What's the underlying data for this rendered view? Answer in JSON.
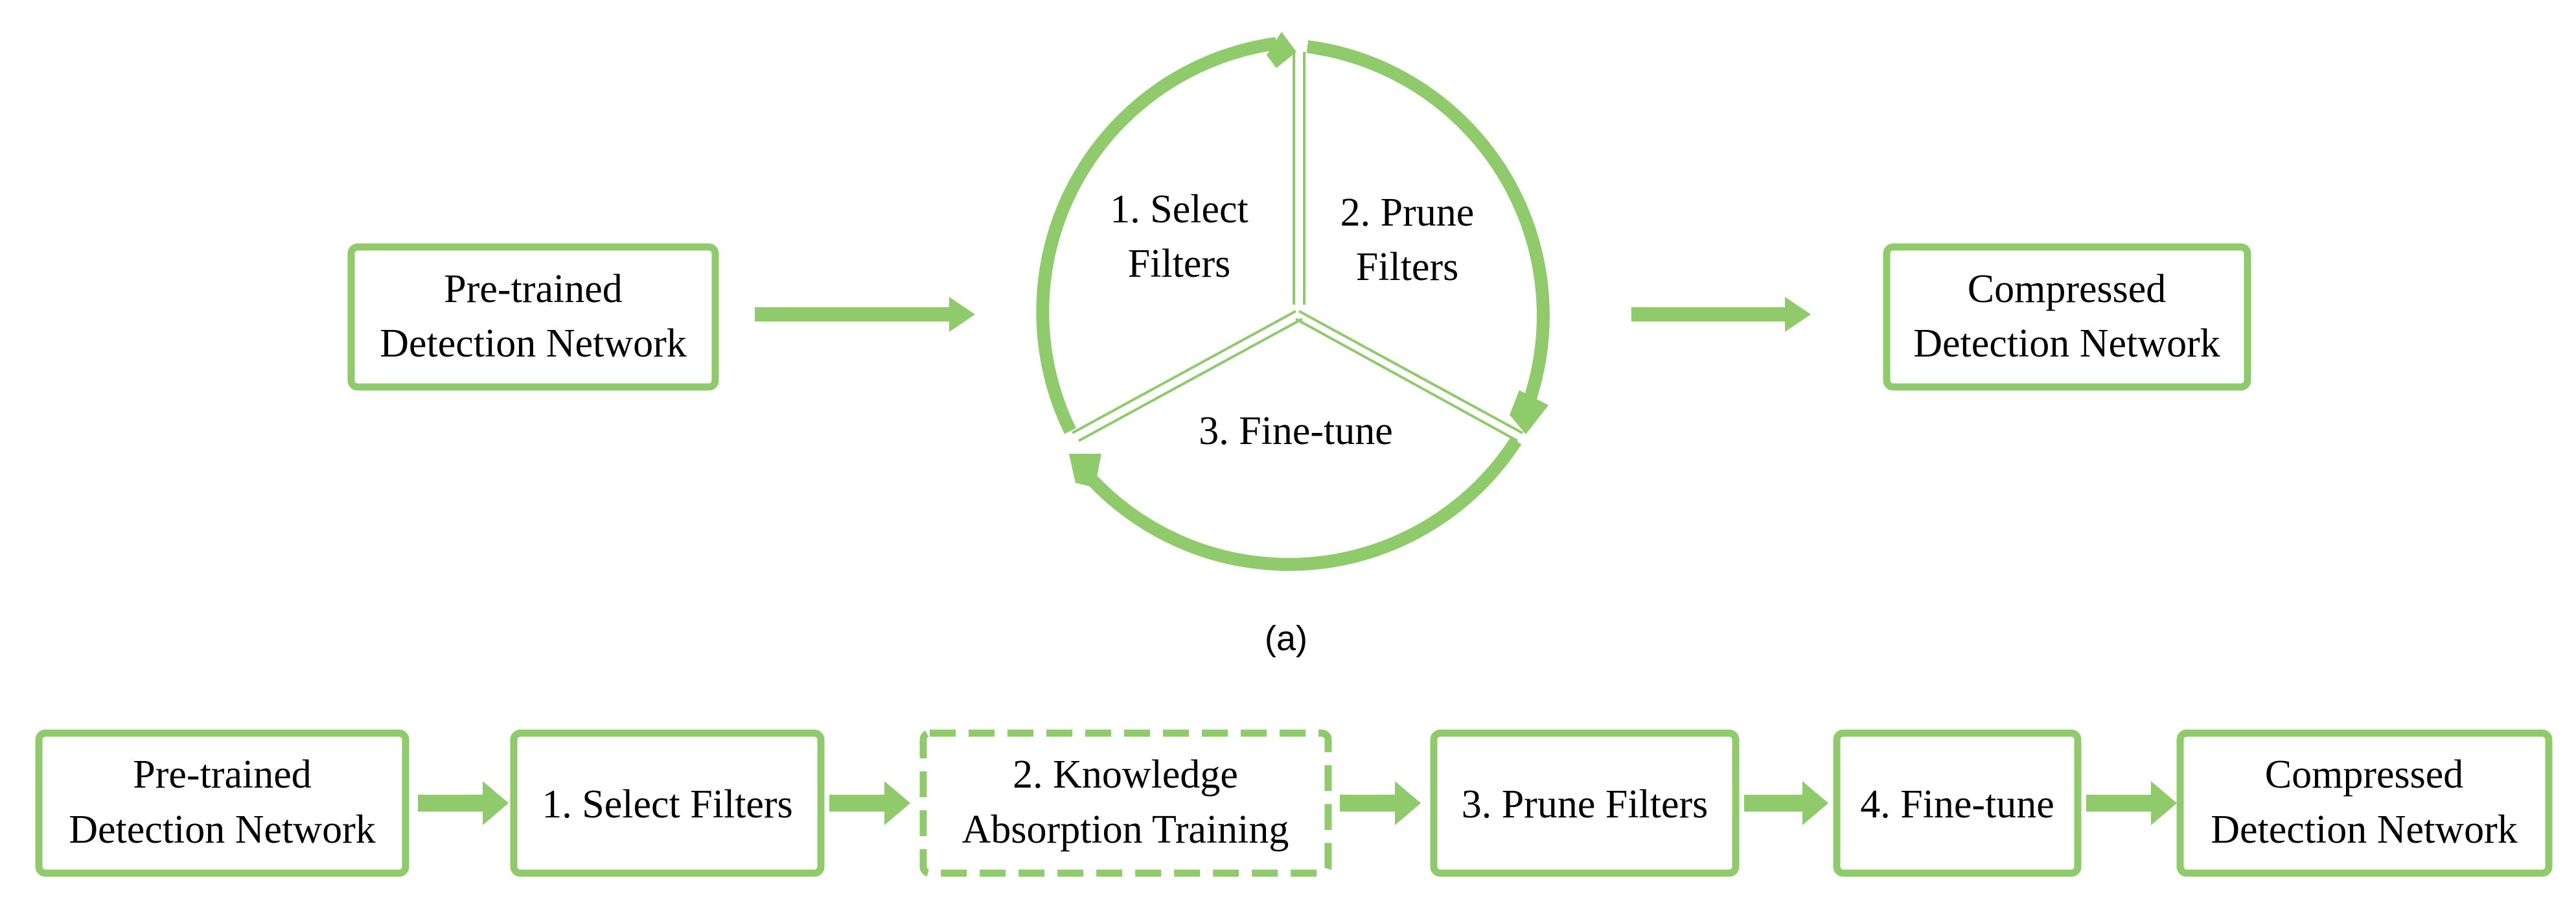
{
  "colors": {
    "accent": "#8fca6b"
  },
  "top": {
    "input_line1": "Pre-trained",
    "input_line2": "Detection Network",
    "seg1_line1": "1. Select",
    "seg1_line2": "Filters",
    "seg2_line1": "2. Prune",
    "seg2_line2": "Filters",
    "seg3_label": "3. Fine-tune",
    "output_line1": "Compressed",
    "output_line2": "Detection Network",
    "caption": "(a)"
  },
  "bottom": {
    "boxes": [
      {
        "line1": "Pre-trained",
        "line2": "Detection Network"
      },
      {
        "line1": "1. Select Filters",
        "line2": ""
      },
      {
        "line1": "2. Knowledge",
        "line2": "Absorption Training"
      },
      {
        "line1": "3. Prune Filters",
        "line2": ""
      },
      {
        "line1": "4. Fine-tune",
        "line2": ""
      },
      {
        "line1": "Compressed",
        "line2": "Detection Network"
      }
    ]
  }
}
